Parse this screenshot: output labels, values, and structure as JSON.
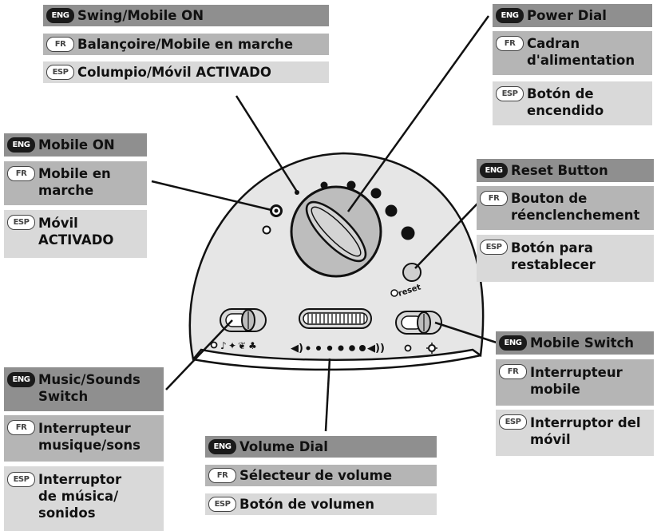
{
  "labels": {
    "swing": {
      "eng": "Swing/Mobile ON",
      "fr": "Balançoire/Mobile en marche",
      "esp": "Columpio/Móvil ACTIVADO"
    },
    "power": {
      "eng": "Power Dial",
      "fr": "Cadran\nd'alimentation",
      "esp": "Botón de\nencendido"
    },
    "mobile_on": {
      "eng": "Mobile ON",
      "fr": "Mobile en\nmarche",
      "esp": "Móvil\nACTIVADO"
    },
    "reset": {
      "eng": "Reset Button",
      "fr": "Bouton de\nréenclenchement",
      "esp": "Botón para\nrestablecer"
    },
    "mobile_switch": {
      "eng": "Mobile Switch",
      "fr": "Interrupteur\nmobile",
      "esp": "Interruptor del\nmóvil"
    },
    "music": {
      "eng": "Music/Sounds\nSwitch",
      "fr": "Interrupteur\nmusique/sons",
      "esp": "Interruptor\nde música/\nsonidos"
    },
    "volume": {
      "eng": "Volume Dial",
      "fr": "Sélecteur de volume",
      "esp": "Botón de volumen"
    }
  },
  "badges": {
    "eng": "ENG",
    "fr": "FR",
    "esp": "ESP"
  },
  "device": {
    "reset_label": "reset"
  },
  "colors": {
    "eng_row": "#8f8f8f",
    "fr_row": "#b5b5b5",
    "esp_row": "#d9d9d9",
    "device_fill": "#e6e6e6",
    "outline": "#111111"
  }
}
